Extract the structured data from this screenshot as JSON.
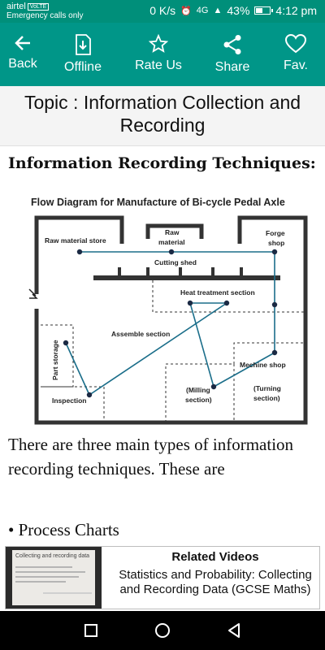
{
  "status_bar": {
    "carrier": "airtel",
    "carrier_badge": "VoLTE",
    "emergency": "Emergency calls only",
    "speed": "0 K/s",
    "network": "4G",
    "battery": "43%",
    "battery_level": 0.43,
    "time": "4:12 pm"
  },
  "toolbar": {
    "back_label": "Back",
    "offline_label": "Offline",
    "rate_label": "Rate Us",
    "share_label": "Share",
    "fav_label": "Fav."
  },
  "content": {
    "topic": "Topic : Information Collection and Recording",
    "heading": "Information Recording Techniques:",
    "body": "There are three main types of information recording techniques. These are",
    "bullet": "• Process Charts"
  },
  "diagram": {
    "title": "Flow Diagram for Manufacture of Bi-cycle Pedal Axle",
    "labels": {
      "raw_material_store": "Raw material store",
      "raw": "Raw",
      "material": "material",
      "forge": "Forge",
      "shop": "shop",
      "cutting_shed": "Cutting shed",
      "heat_treatment": "Heat treatment section",
      "assemble": "Assemble section",
      "part_storage": "Part storage",
      "inspection": "Inspection",
      "machine_shop": "Mechine shop",
      "milling_1": "(Milling",
      "milling_2": "section)",
      "turning_1": "(Turning",
      "turning_2": "section)"
    },
    "colors": {
      "flow_line": "#1b6e8a",
      "walls": "#333333"
    }
  },
  "related": {
    "title": "Related Videos",
    "video_title": "Statistics and Probability: Collecting and Recording Data (GCSE Maths)",
    "thumb_title": "Collecting and recording data"
  },
  "colors": {
    "toolbar": "#009688",
    "status_bar": "#008f7a"
  }
}
